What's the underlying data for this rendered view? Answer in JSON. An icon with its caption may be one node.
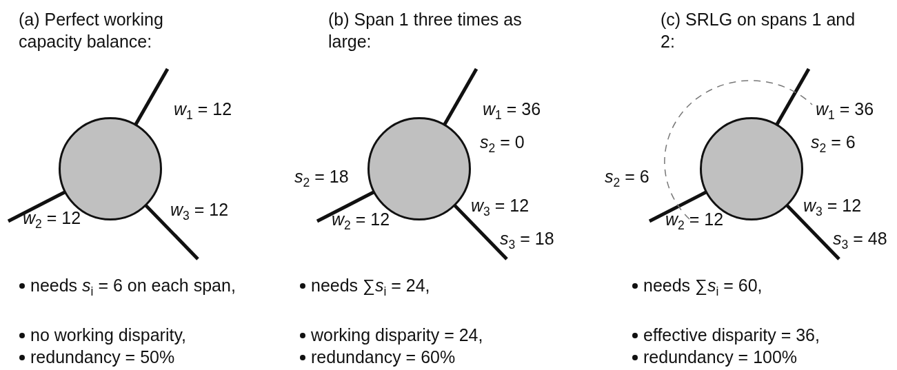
{
  "diagram": {
    "nodes": [
      {
        "text": [],
        "shape": "circle"
      },
      {
        "text": [],
        "shape": "circle"
      },
      {
        "text": [],
        "shape": "circle"
      }
    ],
    "edges": [
      {
        "from": 0,
        "to": null,
        "arrow": "none"
      },
      {
        "from": 0,
        "to": null,
        "arrow": "none"
      },
      {
        "from": 0,
        "to": null,
        "arrow": "none"
      },
      {
        "from": 1,
        "to": null,
        "arrow": "none"
      },
      {
        "from": 1,
        "to": null,
        "arrow": "none"
      },
      {
        "from": 1,
        "to": null,
        "arrow": "none"
      },
      {
        "from": 2,
        "to": null,
        "arrow": "none"
      },
      {
        "from": 2,
        "to": null,
        "arrow": "none"
      },
      {
        "from": 2,
        "to": null,
        "arrow": "none"
      }
    ],
    "labels": [
      "(a) Perfect working capacity balance:",
      "*w*$_{1}$ = 12",
      "*w*$_{2}$ = 12",
      "*w*$_{3}$ = 12",
      "needs *s*$_{i}$ = 6 on each span,",
      "no working disparity,",
      "redundancy = 50%",
      "(b) Span 1 three times as large:",
      "*w*$_{1}$ = 36",
      "*s*$_{2}$ = 0",
      "*s*$_{2}$ = 18",
      "*w*$_{3}$ = 12",
      "*w*$_{2}$ = 12",
      "*s*$_{3}$ = 18",
      "needs ∑*s*$_{i}$ = 24,",
      "working disparity = 24,",
      "redundancy = 60%",
      "(c) SRLG on spans 1 and 2:",
      "*w*$_{1}$ = 36",
      "*s*$_{2}$ = 6",
      "*s*$_{2}$ = 6",
      "*w*$_{3}$ = 12",
      "*w*$_{2}$ = 12",
      "*s*$_{3}$ = 48",
      "needs ∑*s*$_{i}$ = 60,",
      "effective disparity = 36,",
      "redundancy = 100%"
    ]
  }
}
